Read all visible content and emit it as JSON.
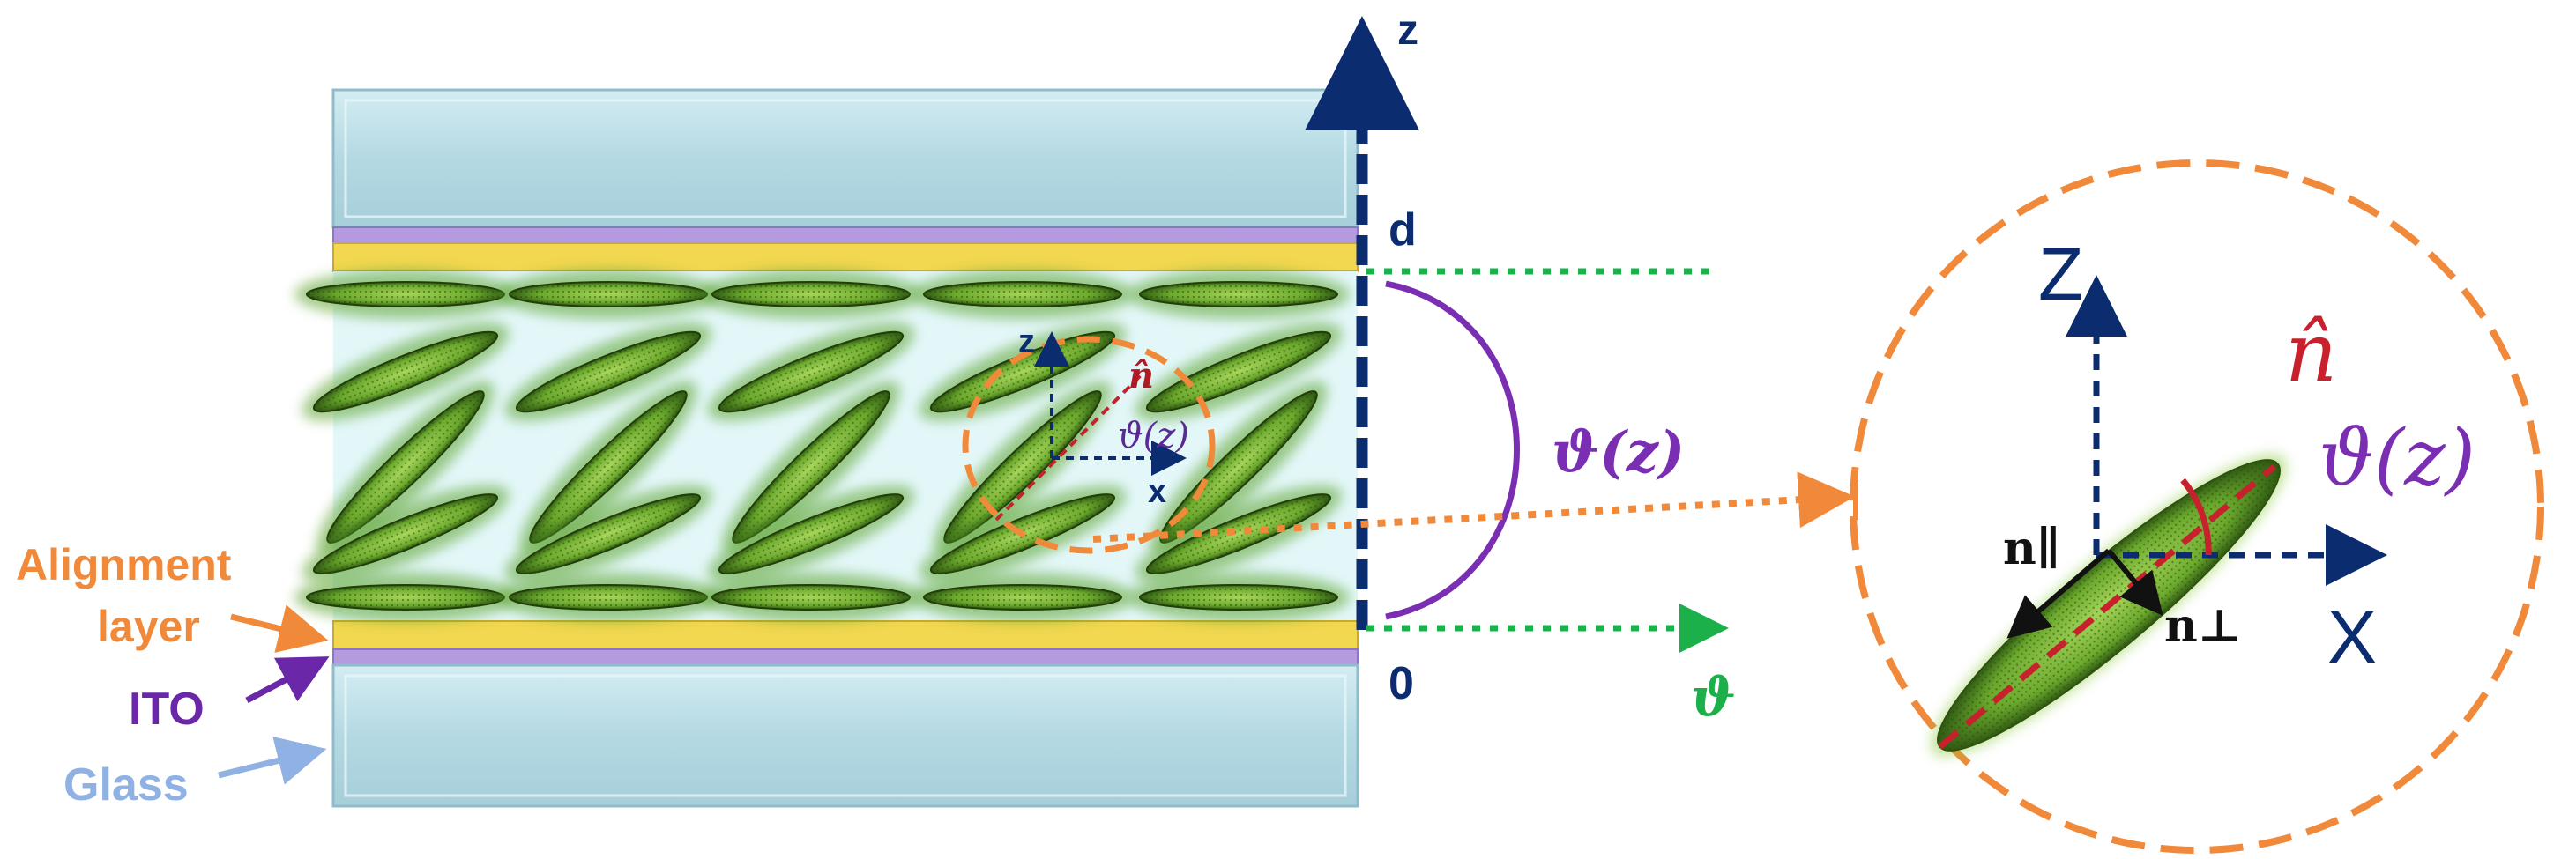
{
  "labels": {
    "alignment_line1": "Alignment",
    "alignment_line2": "layer",
    "ito": "ITO",
    "glass": "Glass",
    "axis_z": "z",
    "axis_d": "d",
    "axis_zero": "0",
    "theta_axis": "ϑ",
    "theta_z": "ϑ(z)",
    "inset_z": "z",
    "inset_x": "x",
    "inset_n": "n̂",
    "inset_theta": "ϑ(z)",
    "zoom_z": "Z",
    "zoom_x": "X",
    "zoom_n": "n̂",
    "zoom_theta": "ϑ(z)",
    "n_parallel": "n∥",
    "n_perp": "n⊥"
  },
  "colors": {
    "glass": "#b9dde6",
    "ito": "#b49be0",
    "alignment": "#f2d750",
    "lc_background": "#e3f7f9",
    "molecule": "#7fbf3a",
    "axis_navy": "#0b2c6e",
    "orange": "#f0893a",
    "purple": "#7a2fb3",
    "green": "#1bb04a",
    "red": "#c8202c"
  }
}
